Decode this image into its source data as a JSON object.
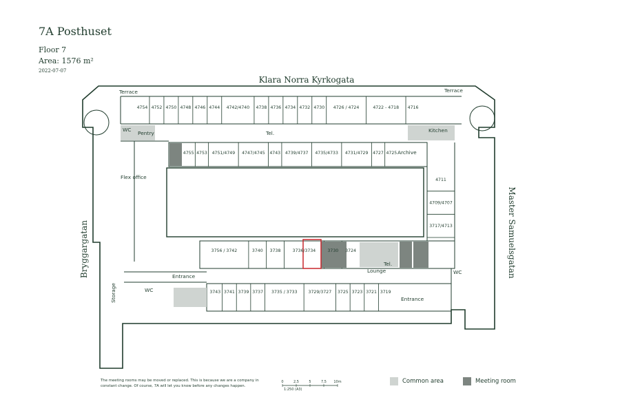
{
  "header": {
    "title": "7A Posthuset",
    "floor": "Floor 7",
    "area": "Area: 1576 m²",
    "date": "2022-07-07"
  },
  "streets": {
    "north": "Klara Norra Kyrkogata",
    "west": "Bryggargatan",
    "east": "Master Samuelsgatan"
  },
  "rooms_top": [
    "4754",
    "4752",
    "4750",
    "4748",
    "4746",
    "4744",
    "4742/4740",
    "4738",
    "4736",
    "4734",
    "4732",
    "4730",
    "4726 / 4724",
    "4722 - 4718",
    "4716"
  ],
  "rooms_inner_top": [
    "4755",
    "4753",
    "4751/4749",
    "4747/4745",
    "4743",
    "4739/4737",
    "4735/4733",
    "4731/4729",
    "4727",
    "4725"
  ],
  "rooms_east": [
    "4711",
    "4709/4707",
    "3717/4713"
  ],
  "rooms_inner_bottom": [
    "3756 / 3742",
    "3740",
    "3738",
    "3736/3734",
    "3730",
    "3724"
  ],
  "rooms_bottom": [
    "3743",
    "3741",
    "3739",
    "3737",
    "3735 / 3733",
    "3729/3727",
    "3725",
    "3723",
    "3721",
    "3719"
  ],
  "zones": {
    "terrace_left": "Terrace",
    "terrace_right": "Terrace",
    "wc_top_left": "WC",
    "pentry": "Pentry",
    "tel_top": "Tel.",
    "kitchen": "Kitchen",
    "archive": "Archive",
    "flex_office": "Flex office",
    "entrance_left": "Entrance",
    "wc_bottom_left": "WC",
    "storage": "Storage",
    "tel_bottom": "Tel.",
    "lounge": "Lounge",
    "wc_right": "WC",
    "entrance_right": "Entrance"
  },
  "note": "The meeting rooms may be moved or replaced. This is because we are a company in constant change. Of course, 7A will let you know before any changes happen.",
  "scale": {
    "ticks": [
      "0",
      "2,5",
      "5",
      "7,5",
      "10m"
    ],
    "unit": "1:250 (A3)"
  },
  "legend": {
    "common": {
      "label": "Common area",
      "color": "#cfd4d1"
    },
    "meeting": {
      "label": "Meeting room",
      "color": "#7d8580"
    }
  },
  "colors": {
    "ink": "#1f3b2c",
    "highlight": "#c8262c",
    "common": "#cfd4d1",
    "meeting": "#7d8580"
  }
}
